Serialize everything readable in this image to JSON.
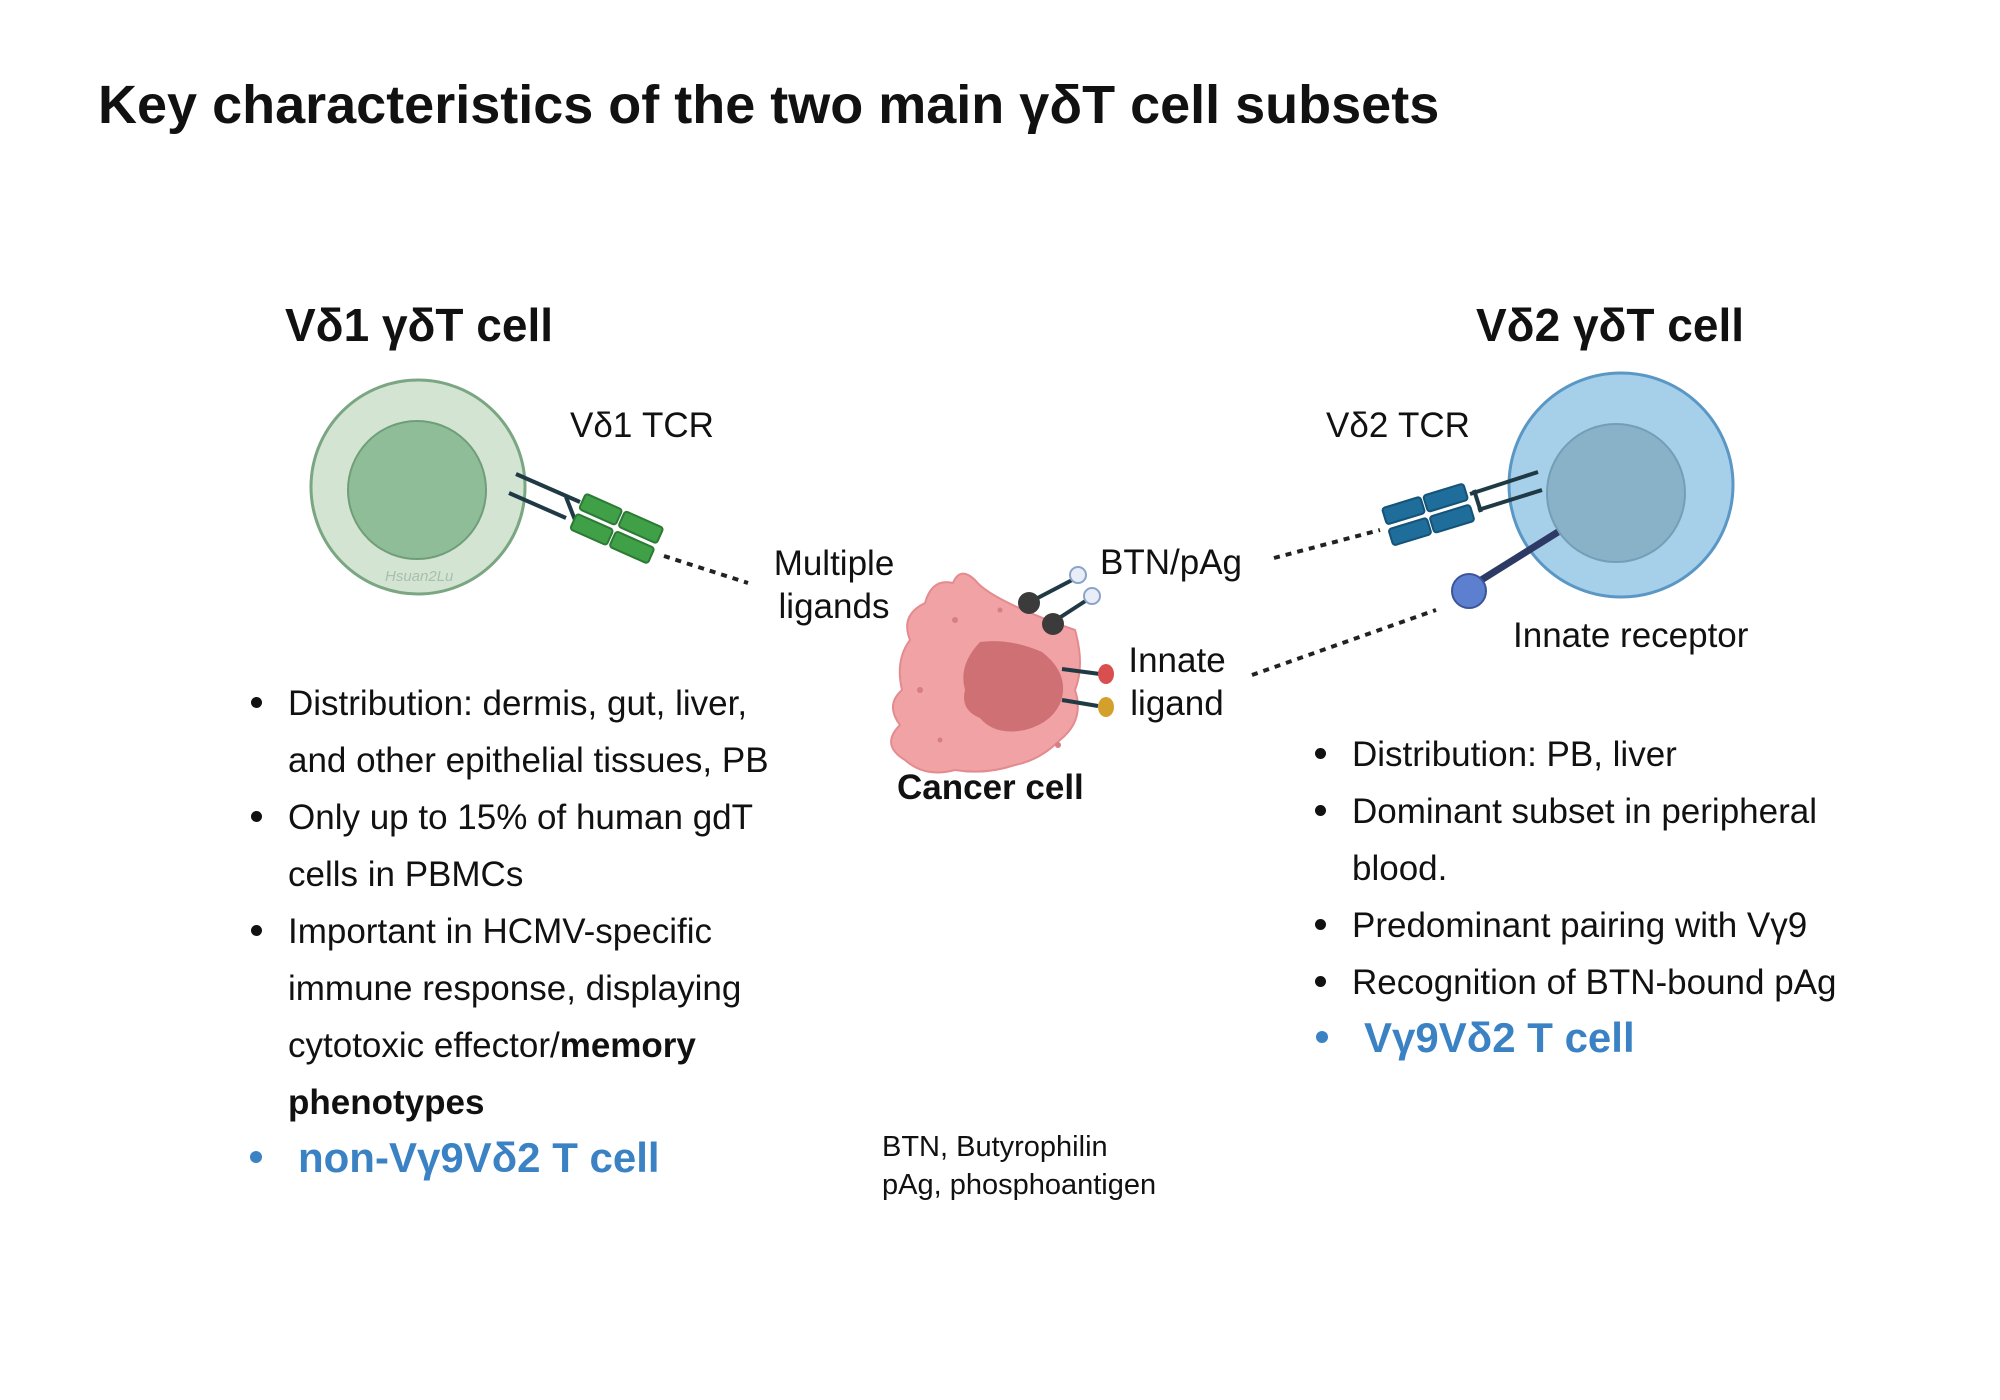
{
  "title": "Key characteristics of the two main γδT cell subsets",
  "colors": {
    "accent_blue": "#3a82c4",
    "vd1_cell_fill": "#d3e4d3",
    "vd1_nucleus": "#8fbd98",
    "vd2_cell_fill": "#a6cfea",
    "vd2_nucleus": "#89b2c8",
    "cancer_cell": "#f1a2a5",
    "cancer_nucleus": "#cf7174"
  },
  "left": {
    "heading": "Vδ1 γδT cell",
    "tcr_label": "Vδ1 TCR",
    "watermark": "Hsuan2Lu",
    "bullets": {
      "b1_line1": "Distribution: dermis, gut, liver,",
      "b1_line2": "and other epithelial tissues, PB",
      "b2_line1": "Only up to 15% of human gdT",
      "b2_line2": "cells in PBMCs",
      "b3_line1": "Important in HCMV-specific",
      "b3_line2": "immune response, displaying",
      "b3_line3_plain": "cytotoxic effector/",
      "b3_line3_bold": "memory",
      "b3_line4_bold": "phenotypes"
    },
    "subset": "non-Vγ9Vδ2 T cell"
  },
  "center": {
    "multiple_ligands_1": "Multiple",
    "multiple_ligands_2": "ligands",
    "btn_pag": "BTN/pAg",
    "innate_ligand_1": "Innate",
    "innate_ligand_2": "ligand",
    "cancer_cell": "Cancer cell",
    "footnote_1": "BTN, Butyrophilin",
    "footnote_2": "pAg, phosphoantigen"
  },
  "right": {
    "heading": "Vδ2 γδT cell",
    "tcr_label": "Vδ2 TCR",
    "innate_receptor": "Innate receptor",
    "bullets": {
      "b1": "Distribution: PB, liver",
      "b2_line1": "Dominant subset in peripheral",
      "b2_line2": "blood.",
      "b3": "Predominant pairing with Vγ9",
      "b4": "Recognition of BTN-bound pAg"
    },
    "subset": "Vγ9Vδ2 T cell"
  }
}
